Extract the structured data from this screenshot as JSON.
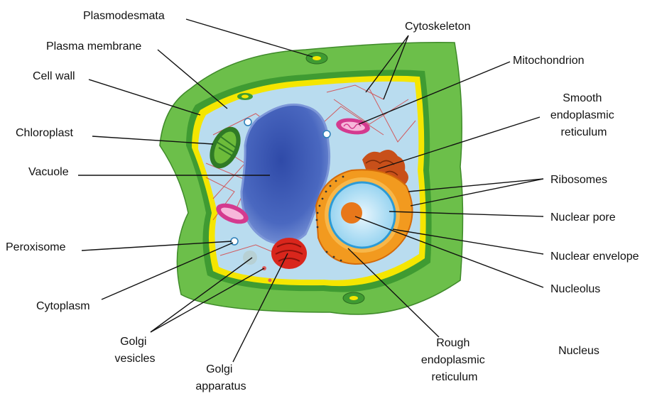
{
  "labels": {
    "plasmodesmata": "Plasmodesmata",
    "plasma_membrane": "Plasma membrane",
    "cell_wall": "Cell wall",
    "chloroplast": "Chloroplast",
    "vacuole": "Vacuole",
    "peroxisome": "Peroxisome",
    "cytoplasm": "Cytoplasm",
    "golgi_vesicles": [
      "Golgi",
      "vesicles"
    ],
    "golgi_apparatus": [
      "Golgi",
      "apparatus"
    ],
    "rough_er": [
      "Rough",
      "endoplasmic",
      "reticulum"
    ],
    "nucleus": "Nucleus",
    "cytoskeleton": "Cytoskeleton",
    "mitochondrion": "Mitochondrion",
    "smooth_er": [
      "Smooth",
      "endoplasmic",
      "reticulum"
    ],
    "ribosomes": "Ribosomes",
    "nuclear_pore": "Nuclear pore",
    "nuclear_envelope": "Nuclear envelope",
    "nucleolus": "Nucleolus"
  },
  "colors": {
    "cell_wall_outer": "#6cbf4a",
    "cell_wall_inner": "#3f9b32",
    "plasma_membrane": "#f5e600",
    "cytoplasm": "#b9dcef",
    "vacuole": "#3f5fb5",
    "chloroplast": "#3c8a2e",
    "mitochondrion": "#d43a8f",
    "golgi": "#d9261c",
    "nucleus_envelope": "#f29a1f",
    "smooth_er": "#c8501a",
    "cytoskeleton": "#d83a3a"
  }
}
